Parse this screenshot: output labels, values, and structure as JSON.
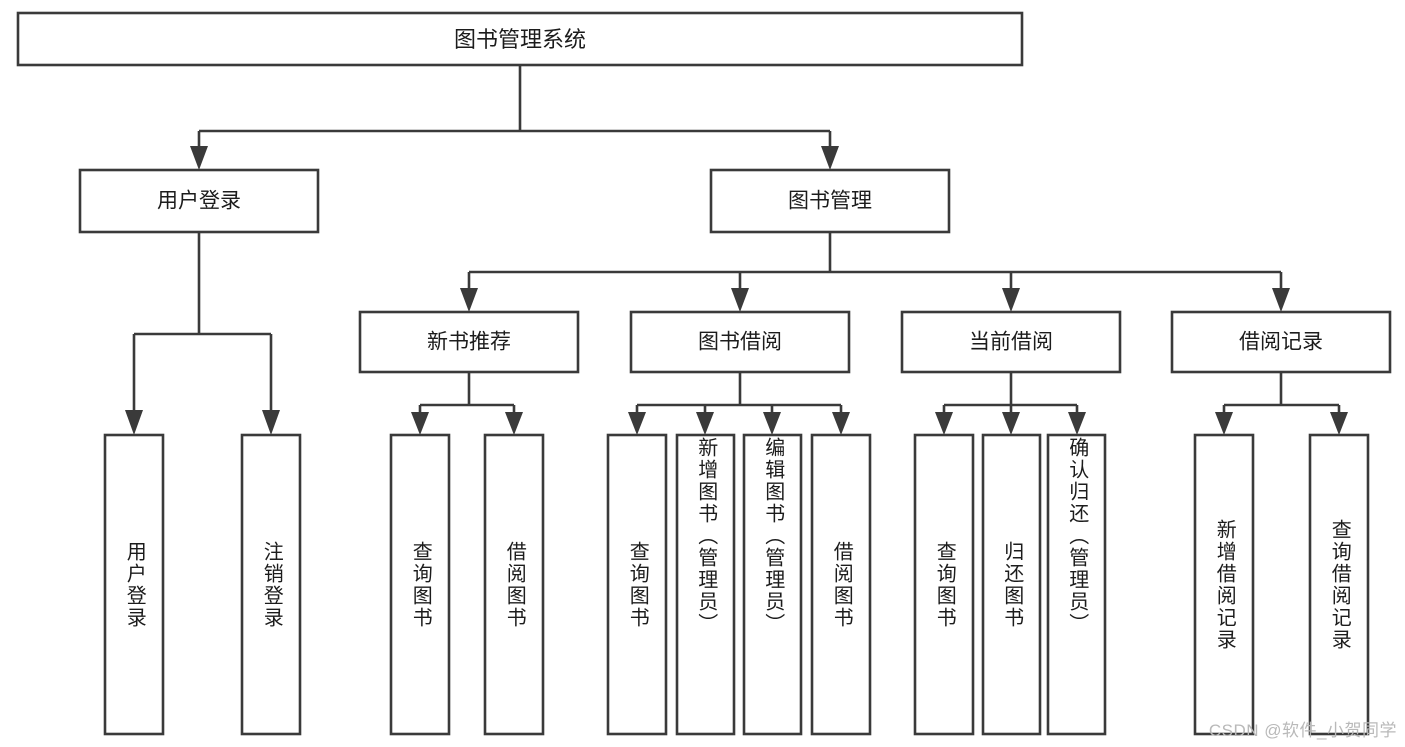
{
  "diagram": {
    "type": "tree-hierarchy",
    "title": "图书管理系统",
    "orientation": "top-down",
    "colors": {
      "stroke": "#3a3a3a",
      "fill": "#ffffff",
      "text": "#1c1c1c",
      "watermark": "#b9b9b9"
    },
    "root": {
      "label": "图书管理系统"
    },
    "level2": [
      {
        "id": "user-login",
        "label": "用户登录"
      },
      {
        "id": "book-management",
        "label": "图书管理"
      }
    ],
    "level3": [
      {
        "id": "new-book-recommend",
        "label": "新书推荐"
      },
      {
        "id": "book-borrow",
        "label": "图书借阅"
      },
      {
        "id": "current-borrow",
        "label": "当前借阅"
      },
      {
        "id": "borrow-record",
        "label": "借阅记录"
      }
    ],
    "leaves": {
      "user_login": [
        {
          "id": "leaf-user-login",
          "label": "用户登录"
        },
        {
          "id": "leaf-logout-login",
          "label": "注销登录"
        }
      ],
      "new_book_recommend": [
        {
          "id": "leaf-query-book-1",
          "label": "查询图书"
        },
        {
          "id": "leaf-borrow-book-1",
          "label": "借阅图书"
        }
      ],
      "book_borrow": [
        {
          "id": "leaf-query-book-2",
          "label": "查询图书"
        },
        {
          "id": "leaf-add-book",
          "label": "新增图书（管理员）"
        },
        {
          "id": "leaf-edit-book",
          "label": "编辑图书（管理员）"
        },
        {
          "id": "leaf-borrow-book-2",
          "label": "借阅图书"
        }
      ],
      "current_borrow": [
        {
          "id": "leaf-query-book-3",
          "label": "查询图书"
        },
        {
          "id": "leaf-return-book",
          "label": "归还图书"
        },
        {
          "id": "leaf-confirm-return",
          "label": "确认归还（管理员）"
        }
      ],
      "borrow_record": [
        {
          "id": "leaf-add-record",
          "label": "新增借阅记录"
        },
        {
          "id": "leaf-query-record",
          "label": "查询借阅记录"
        }
      ]
    }
  },
  "watermark": {
    "text": "CSDN @软件_小贺同学"
  }
}
